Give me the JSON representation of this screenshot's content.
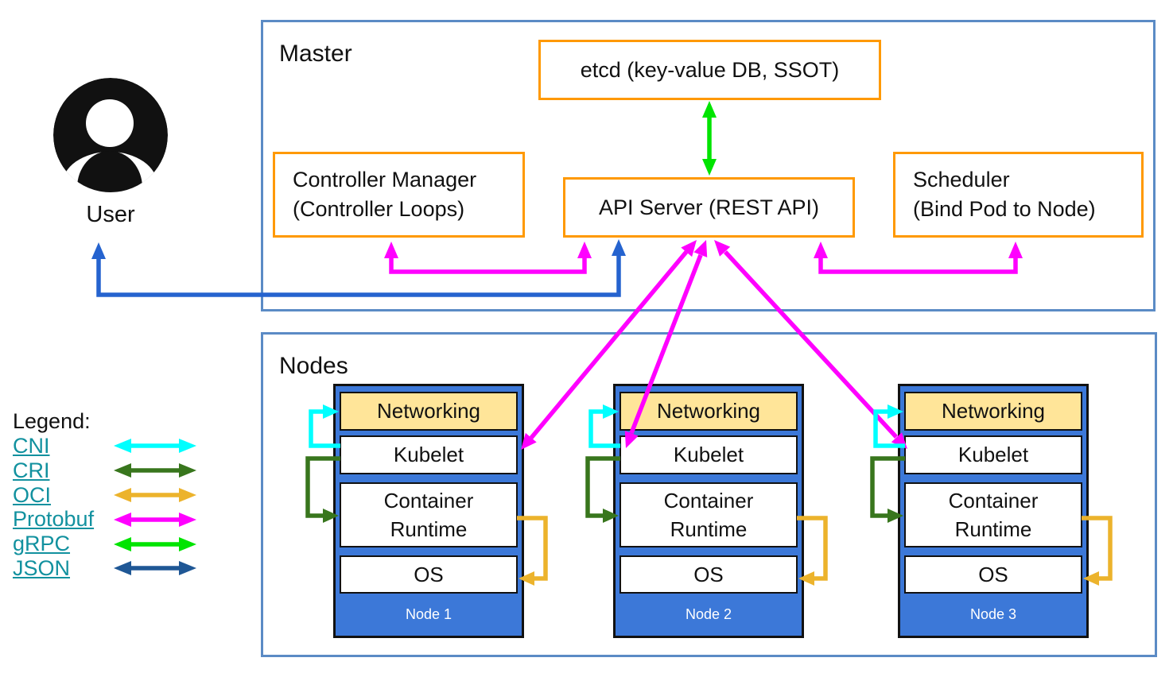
{
  "user": {
    "label": "User"
  },
  "master": {
    "title": "Master",
    "etcd_label": "etcd (key-value DB, SSOT)",
    "api_server_label": "API Server (REST API)",
    "controller_manager": {
      "line1": "Controller Manager",
      "line2": "(Controller Loops)"
    },
    "scheduler": {
      "line1": "Scheduler",
      "line2": "(Bind Pod to Node)"
    }
  },
  "nodes_section": {
    "title": "Nodes",
    "layers": {
      "networking": "Networking",
      "kubelet": "Kubelet",
      "container_runtime": "Container Runtime",
      "os": "OS"
    },
    "node_labels": [
      "Node 1",
      "Node 2",
      "Node 3"
    ]
  },
  "legend": {
    "title": "Legend:",
    "items": [
      {
        "label": "CNI",
        "color_key": "cni"
      },
      {
        "label": "CRI",
        "color_key": "cri"
      },
      {
        "label": "OCI",
        "color_key": "oci"
      },
      {
        "label": "Protobuf",
        "color_key": "protobuf"
      },
      {
        "label": "gRPC",
        "color_key": "grpc"
      },
      {
        "label": "JSON",
        "color_key": "json"
      }
    ]
  },
  "connections": [
    {
      "from": "User",
      "to": "API Server",
      "protocol": "JSON"
    },
    {
      "from": "etcd",
      "to": "API Server",
      "protocol": "gRPC"
    },
    {
      "from": "Controller Manager",
      "to": "API Server",
      "protocol": "Protobuf"
    },
    {
      "from": "Scheduler",
      "to": "API Server",
      "protocol": "Protobuf"
    },
    {
      "from": "API Server",
      "to": "Kubelet (Node 1)",
      "protocol": "Protobuf"
    },
    {
      "from": "API Server",
      "to": "Kubelet (Node 2)",
      "protocol": "Protobuf"
    },
    {
      "from": "API Server",
      "to": "Kubelet (Node 3)",
      "protocol": "Protobuf"
    },
    {
      "from": "Kubelet",
      "to": "Networking",
      "protocol": "CNI"
    },
    {
      "from": "Kubelet",
      "to": "Container Runtime",
      "protocol": "CRI"
    },
    {
      "from": "Container Runtime",
      "to": "OS",
      "protocol": "OCI"
    }
  ],
  "colors": {
    "frame": "#5b8bc5",
    "box_border": "#ff9900",
    "node_fill": "#3c78d8",
    "node_border": "#111111",
    "networking_fill": "#ffe599",
    "link": "#12919f",
    "cni": "#00ffff",
    "cri": "#38761d",
    "oci": "#ecb32c",
    "protobuf": "#ff00ff",
    "grpc": "#00e400",
    "json": "#1f5795",
    "user_arrow": "#2563cf",
    "user_icon": "#111111"
  }
}
